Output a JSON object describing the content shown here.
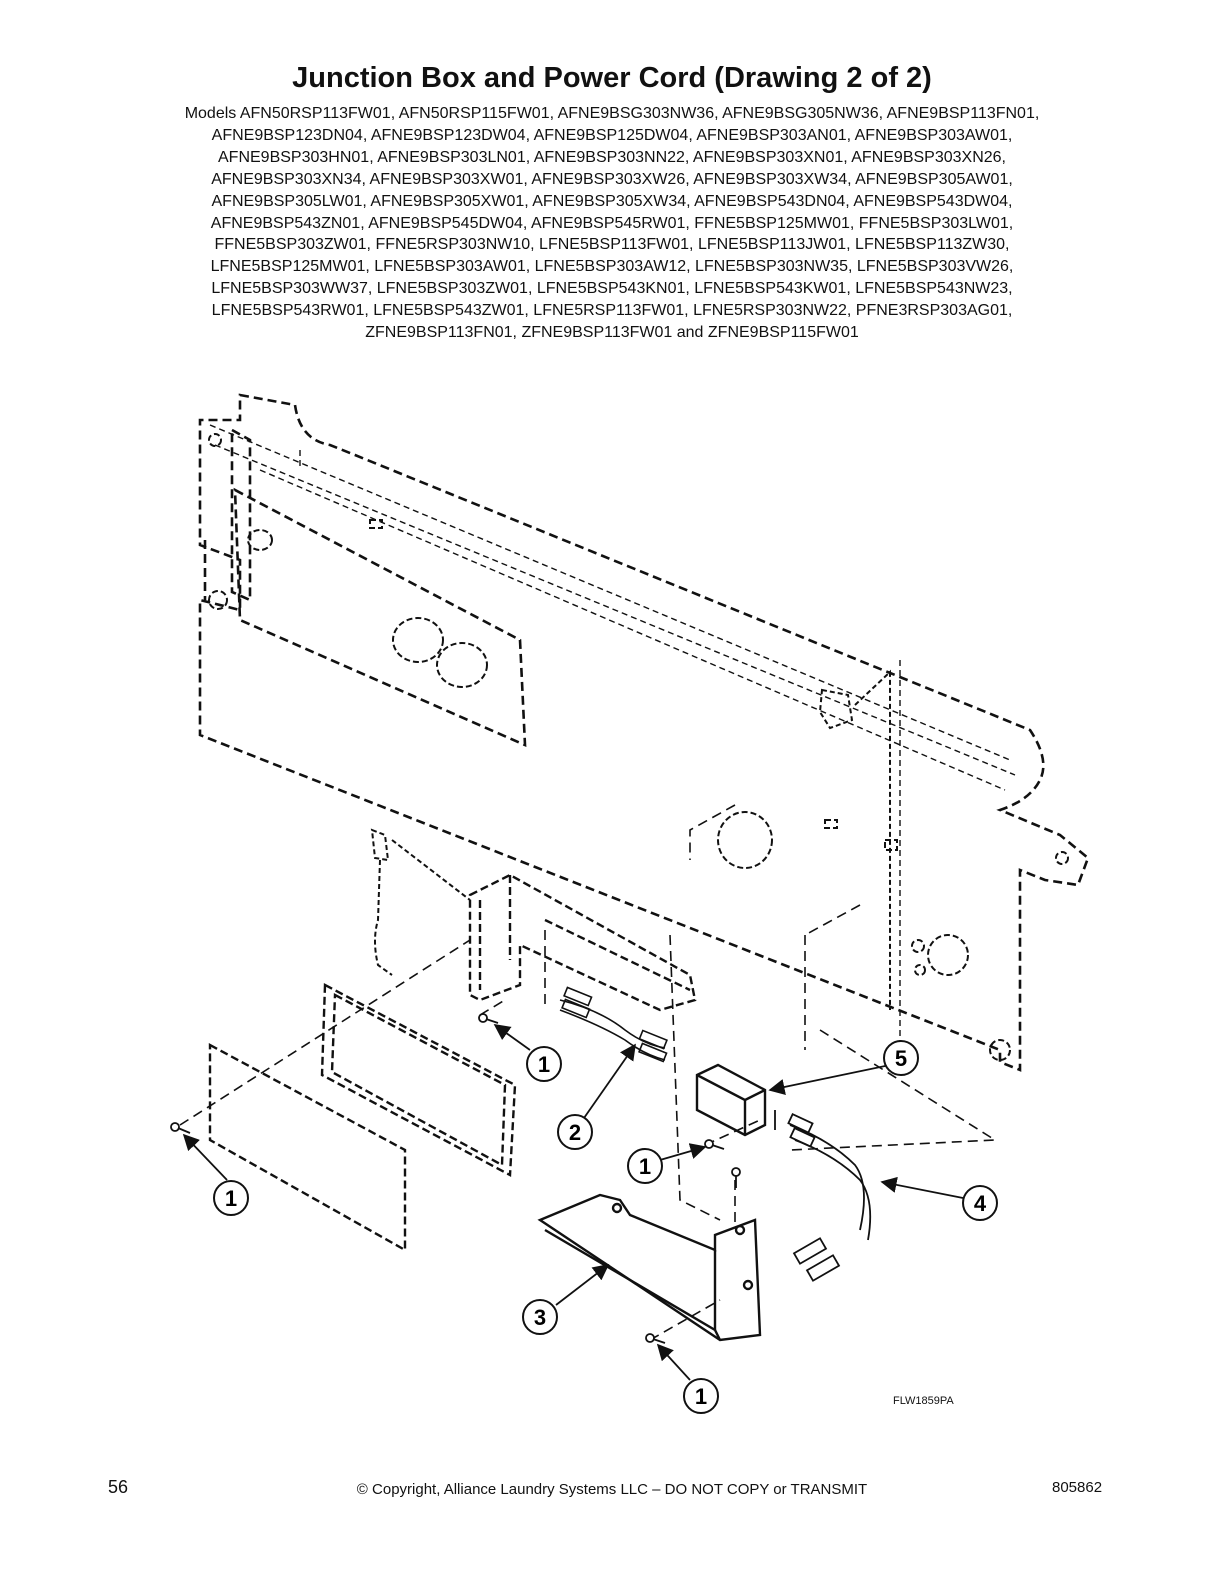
{
  "title": "Junction Box and Power Cord (Drawing 2 of 2)",
  "models": [
    "Models AFN50RSP113FW01, AFN50RSP115FW01, AFNE9BSG303NW36, AFNE9BSG305NW36, AFNE9BSP113FN01,",
    "AFNE9BSP123DN04, AFNE9BSP123DW04, AFNE9BSP125DW04, AFNE9BSP303AN01, AFNE9BSP303AW01,",
    "AFNE9BSP303HN01, AFNE9BSP303LN01, AFNE9BSP303NN22, AFNE9BSP303XN01, AFNE9BSP303XN26,",
    "AFNE9BSP303XN34, AFNE9BSP303XW01, AFNE9BSP303XW26, AFNE9BSP303XW34, AFNE9BSP305AW01,",
    "AFNE9BSP305LW01, AFNE9BSP305XW01, AFNE9BSP305XW34, AFNE9BSP543DN04, AFNE9BSP543DW04,",
    "AFNE9BSP543ZN01, AFNE9BSP545DW04, AFNE9BSP545RW01, FFNE5BSP125MW01, FFNE5BSP303LW01,",
    "FFNE5BSP303ZW01, FFNE5RSP303NW10, LFNE5BSP113FW01, LFNE5BSP113JW01, LFNE5BSP113ZW30,",
    "LFNE5BSP125MW01, LFNE5BSP303AW01, LFNE5BSP303AW12, LFNE5BSP303NW35, LFNE5BSP303VW26,",
    "LFNE5BSP303WW37, LFNE5BSP303ZW01, LFNE5BSP543KN01, LFNE5BSP543KW01, LFNE5BSP543NW23,",
    "LFNE5BSP543RW01, LFNE5BSP543ZW01, LFNE5RSP113FW01, LFNE5RSP303NW22, PFNE3RSP303AG01,",
    "ZFNE9BSP113FN01, ZFNE9BSP113FW01 and ZFNE9BSP115FW01"
  ],
  "callouts": {
    "c1a": "1",
    "c1b": "1",
    "c1c": "1",
    "c1d": "1",
    "c2": "2",
    "c3": "3",
    "c4": "4",
    "c5": "5"
  },
  "figure_id": "FLW1859PA",
  "footer": {
    "page_number": "56",
    "copyright": "© Copyright, Alliance Laundry Systems LLC – DO NOT COPY or TRANSMIT",
    "doc_number": "805862"
  }
}
